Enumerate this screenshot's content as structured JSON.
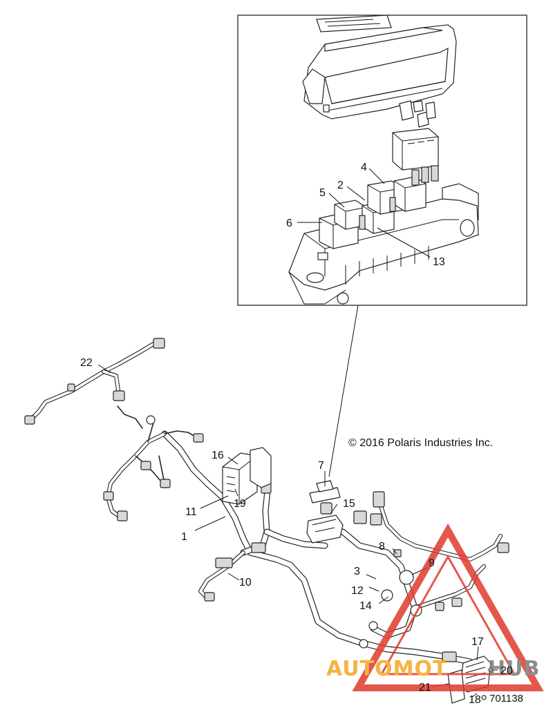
{
  "copyright": "© 2016 Polaris Industries Inc.",
  "diagram_ref": "701138",
  "callouts": {
    "c1": "1",
    "c2": "2",
    "c3": "3",
    "c4": "4",
    "c5": "5",
    "c6": "6",
    "c7": "7",
    "c8": "8",
    "c9": "9",
    "c10": "10",
    "c11": "11",
    "c12": "12",
    "c13": "13",
    "c14": "14",
    "c15": "15",
    "c16": "16",
    "c17": "17",
    "c18": "18",
    "c19": "19",
    "c20": "20",
    "c21": "21",
    "c22": "22"
  },
  "watermark": {
    "part1": "AUTOMOT",
    "part2": "HUB",
    "orange": "#f5a623",
    "gray": "#7a7a7a",
    "red": "#e03a2f"
  }
}
